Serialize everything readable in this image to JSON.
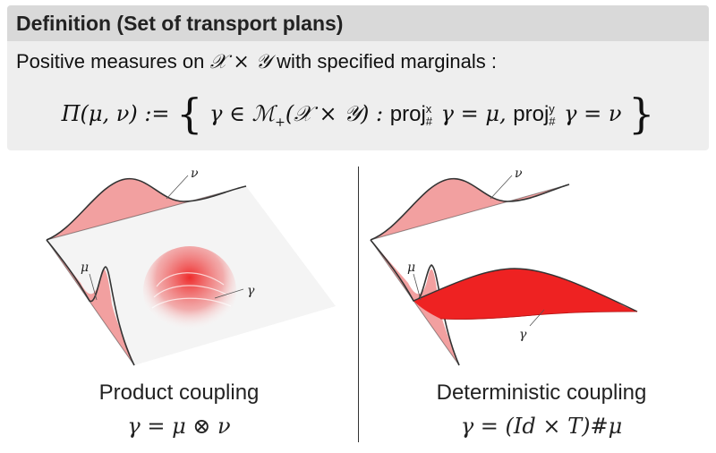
{
  "definition": {
    "title": "Definition (Set of transport plans)",
    "statement_prefix": "Positive measures on",
    "statement_space": "𝒳 × 𝒴",
    "statement_suffix": "with specified marginals :",
    "formula_lhs": "Π(μ, ν) :=",
    "formula_set_element": "γ ∈ ℳ",
    "formula_plus": "+",
    "formula_space": "(𝒳 × 𝒴) :",
    "proj_label": "proj",
    "proj_x_sup": "x",
    "proj_y_sup": "y",
    "push_sub": "#",
    "formula_cond1": "γ = μ,",
    "formula_cond2": "γ = ν"
  },
  "left_panel": {
    "label_nu": "ν",
    "label_mu": "μ",
    "label_gamma": "γ",
    "caption": "Product coupling",
    "formula": "γ = μ ⊗ ν"
  },
  "right_panel": {
    "label_nu": "ν",
    "label_mu": "μ",
    "label_gamma": "γ",
    "caption": "Deterministic coupling",
    "formula": "γ = (Id × T)#μ"
  },
  "colors": {
    "fill_light": "#f2a0a0",
    "fill_strong": "#ee2222",
    "stroke": "#333333"
  }
}
